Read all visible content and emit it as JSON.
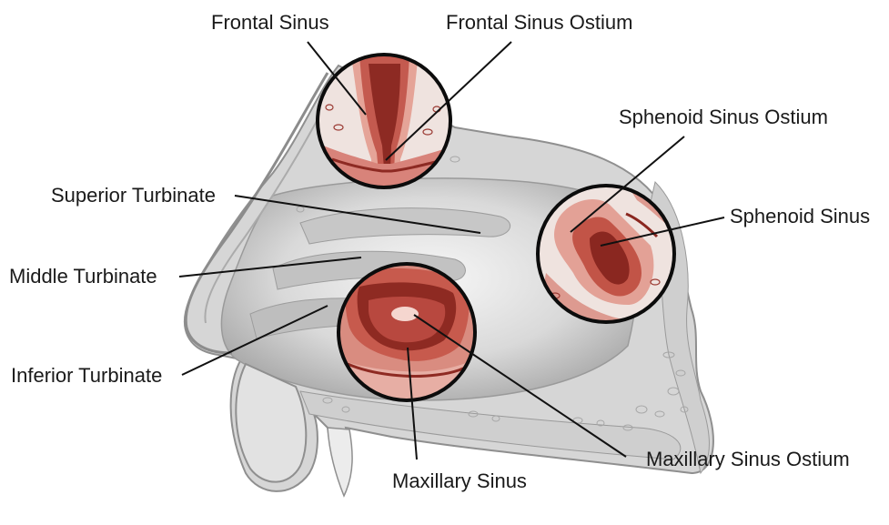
{
  "labels": {
    "frontal_sinus": "Frontal Sinus",
    "frontal_sinus_ostium": "Frontal Sinus Ostium",
    "sphenoid_sinus_ostium": "Sphenoid Sinus Ostium",
    "sphenoid_sinus": "Sphenoid Sinus",
    "superior_turbinate": "Superior Turbinate",
    "middle_turbinate": "Middle Turbinate",
    "inferior_turbinate": "Inferior Turbinate",
    "maxillary_sinus": "Maxillary Sinus",
    "maxillary_sinus_ostium": "Maxillary Sinus Ostium"
  },
  "colors": {
    "tissue_red": "#b8483f",
    "tissue_pink": "#e8b3a8",
    "tissue_dark": "#6e1f1a",
    "anatomy_gray": "#bdbdbd",
    "outline": "#111111"
  }
}
